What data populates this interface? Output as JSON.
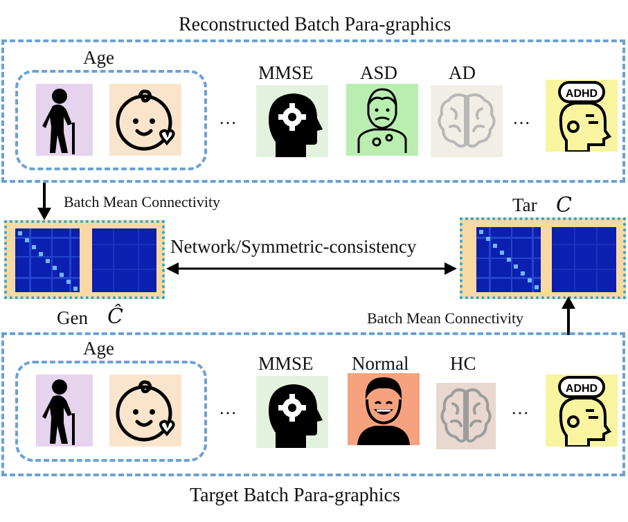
{
  "top": {
    "title": "Reconstructed Batch Para-graphics",
    "age_label": "Age",
    "mmse_label": "MMSE",
    "asd_label": "ASD",
    "ad_label": "AD",
    "ellipsis": "…",
    "adhd_badge": "ADHD"
  },
  "middle": {
    "batch_mean_top": "Batch Mean Connectivity",
    "batch_mean_bottom": "Batch Mean Connectivity",
    "consistency_label": "Network/Symmetric-consistency",
    "gen_label": "Gen",
    "gen_symbol": "Ĉ",
    "tar_label": "Tar",
    "tar_symbol": "C"
  },
  "bottom": {
    "title": "Target Batch Para-graphics",
    "age_label": "Age",
    "mmse_label": "MMSE",
    "normal_label": "Normal",
    "hc_label": "HC",
    "ellipsis": "…",
    "adhd_badge": "ADHD"
  },
  "colors": {
    "frame": "#6aa1d6",
    "elder_bg": "#e6d3ee",
    "baby_bg": "#fae5cc",
    "mmse_bg": "#e3f2df",
    "asd_bg": "#b9eeb0",
    "ad_bg": "#f1efe5",
    "adhd_bg": "#f8f4a0",
    "normal_bg": "#f6a27f",
    "hc_bg": "#e9d8d0",
    "heat_bg": "#f8d9a3",
    "heat_blue": "#0b1fb0"
  }
}
